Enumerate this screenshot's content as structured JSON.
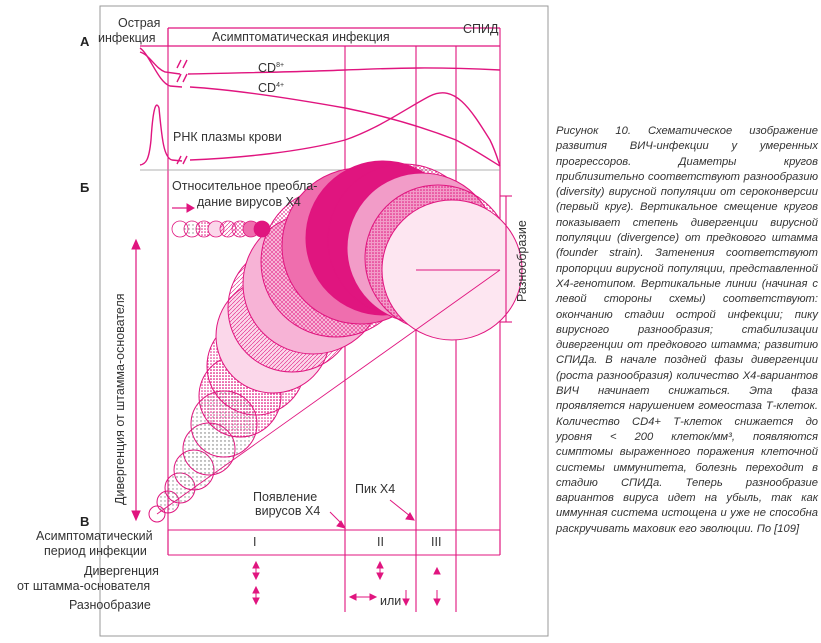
{
  "panel_letters": {
    "a": "А",
    "b": "Б",
    "v": "В"
  },
  "phases_top": {
    "acute_line1": "Острая",
    "acute_line2": "инфекция",
    "asymptomatic": "Асимптоматическая инфекция",
    "aids": "СПИД"
  },
  "curves": {
    "cd8": "CD",
    "cd8_sup": "8+",
    "cd4": "CD",
    "cd4_sup": "4+",
    "rna": "РНК плазмы крови"
  },
  "legend": {
    "line1": "Относительное преобла-",
    "line2": "дание вирусов X4"
  },
  "axes": {
    "divergence": "Дивергенция от штамма-основателя",
    "diversity": "Разнообразие"
  },
  "annotations": {
    "x4_emergence_line1": "Появление",
    "x4_emergence_line2": "вирусов X4",
    "x4_peak": "Пик X4"
  },
  "bottom_table": {
    "row1_line1": "Асимптоматический",
    "row1_line2": "период инфекции",
    "row2_line1": "Дивергенция",
    "row2_line2": "от штамма-основателя",
    "row3": "Разнообразие",
    "stage1": "I",
    "stage2": "II",
    "stage3": "III",
    "or_word": "или"
  },
  "caption": {
    "text": "Рисунок 10. Схематическое изображение развития ВИЧ-инфекции у умеренных прогрессоров. Диаметры кругов приблизительно соответствуют разнообразию (diversity) вирусной популяции от сероконверсии (первый круг). Вертикальное смещение кругов показывает степень дивергенции вирусной популяции (divergence) от предкового штамма (founder strain). Затенения соответствуют пропорции вирусной популяции, представленной X4-генотипом. Вертикальные линии (начиная с левой стороны схемы) соответствуют: окончанию стадии острой инфекции; пику вирусного разнообразия; стабилизации дивергенции от предкового штамма; развитию СПИДа. В начале поздней фазы дивергенции (роста разнообразия) количество X4-вариантов ВИЧ начинает снижаться. Эта фаза проявляется нарушением гомеостаза Т-клеток. Количество CD4+ Т-клеток снижается до уровня < 200 клеток/мм³, появляются симптомы выраженного поражения клеточной системы иммунитета, болезнь переходит в стадию СПИДа. Теперь разнообразие вариантов вируса идет на убыль, так как иммунная система истощена и уже не способна раскручивать маховик его эволюции. По [109]"
  },
  "colors": {
    "accent": "#e0157f",
    "text": "#333333"
  }
}
